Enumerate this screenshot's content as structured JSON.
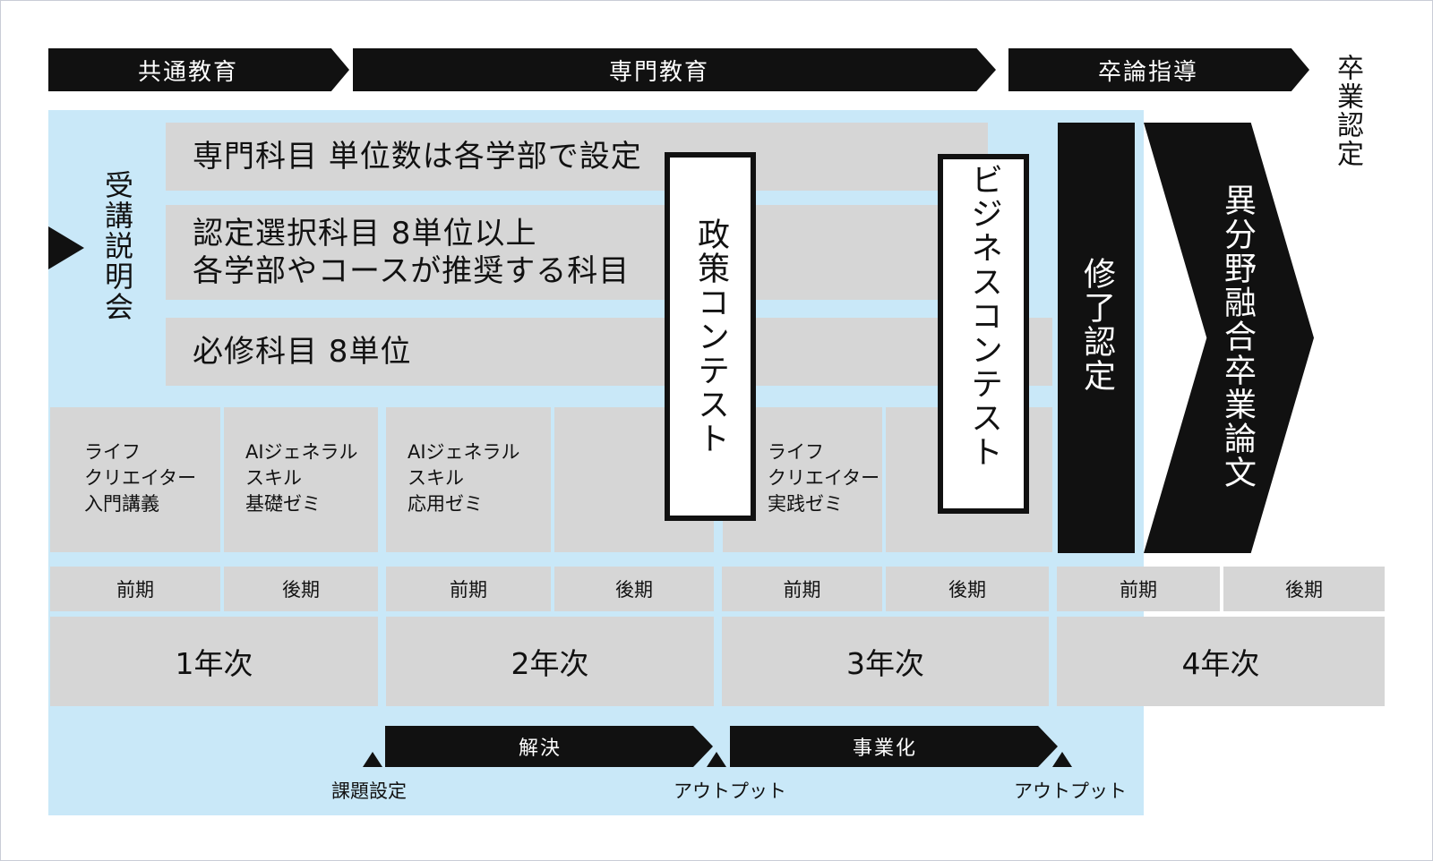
{
  "phases": {
    "common": "共通教育",
    "specialized": "専門教育",
    "thesis": "卒論指導",
    "graduation": "卒業認定"
  },
  "left_label": "受講説明会",
  "subjects": {
    "specialized": "専門科目 単位数は各学部で設定",
    "certified": "認定選択科目 8単位以上\n各学部やコースが推奨する科目",
    "required": "必修科目 8単位"
  },
  "seminars": {
    "y1_first": "ライフ\nクリエイター\n入門講義",
    "y1_second": "AIジェネラル\nスキル\n基礎ゼミ",
    "y2_first": "AIジェネラル\nスキル\n応用ゼミ",
    "y3_first": "ライフ\nクリエイター\n実践ゼミ"
  },
  "contests": {
    "policy": "政策コンテスト",
    "business": "ビジネスコンテスト"
  },
  "completion": "修了認定",
  "thesis_chevron": "異分野融合卒業論文",
  "terms": {
    "first": "前期",
    "second": "後期"
  },
  "years": [
    "1年次",
    "2年次",
    "3年次",
    "4年次"
  ],
  "process": {
    "solve": "解決",
    "business": "事業化",
    "problem_setting": "課題設定",
    "output_1": "アウトプット",
    "output_2": "アウトプット"
  },
  "colors": {
    "background_blue": "#c9e8f8",
    "gray": "#d6d6d6",
    "black": "#111111"
  }
}
